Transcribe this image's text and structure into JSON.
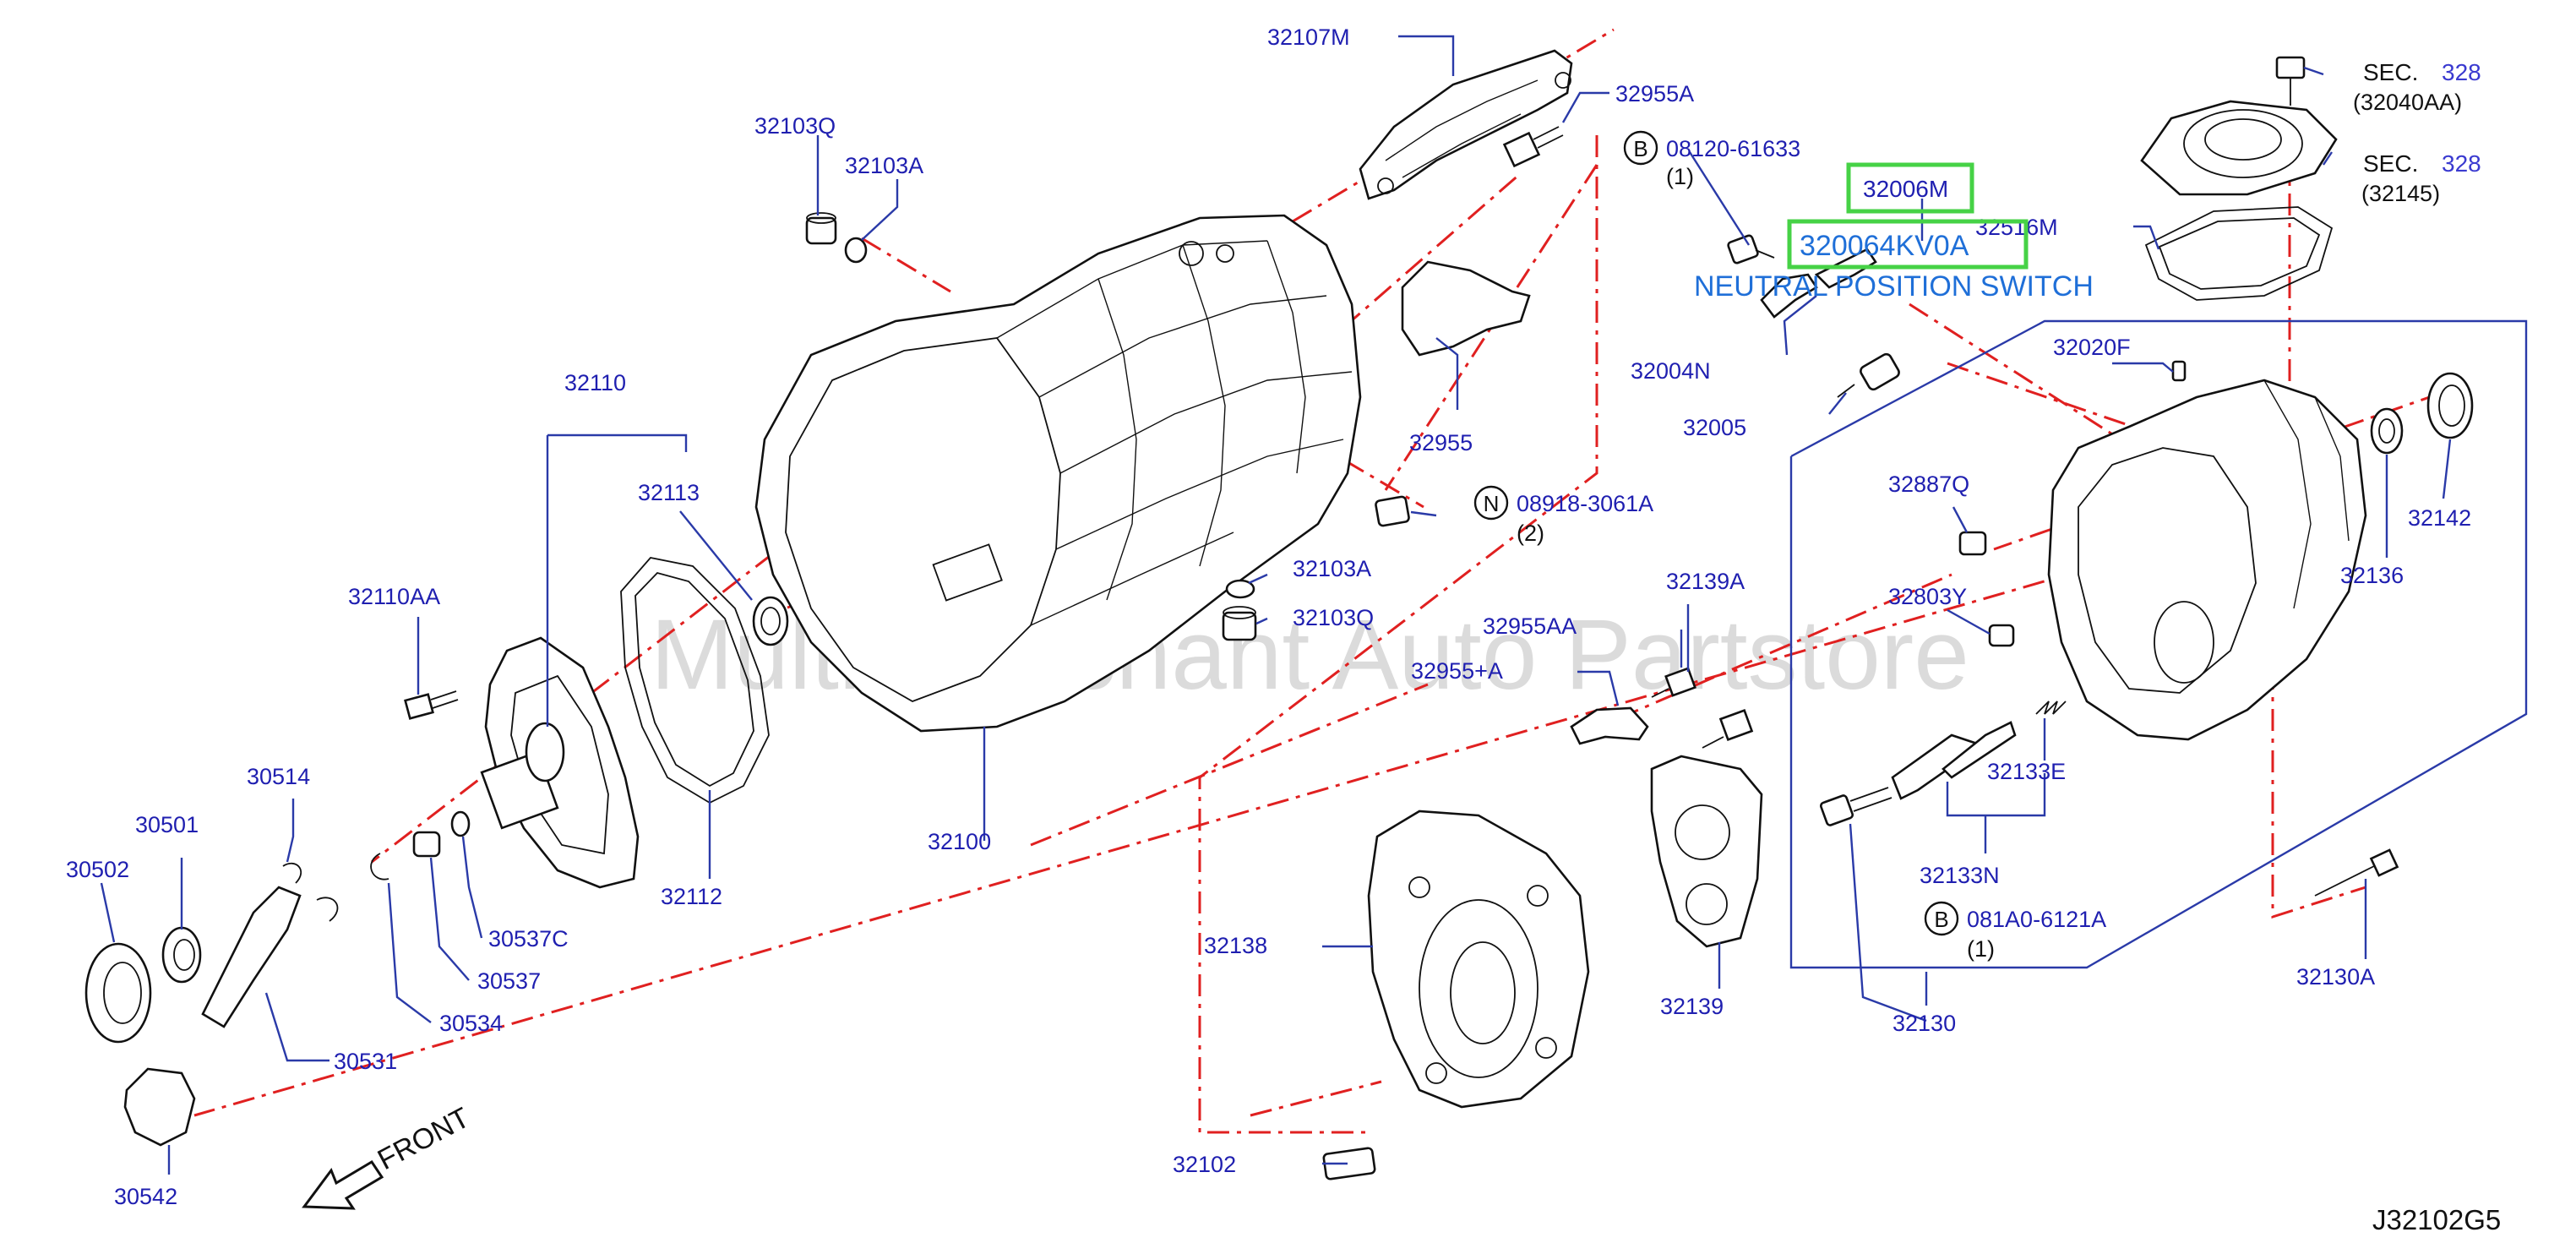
{
  "watermark": "Multi-Merchant Auto Partstore",
  "diagram_code": "J32102G5",
  "front_label": "FRONT",
  "highlight": {
    "part_top": "32006M",
    "part_main": "320064KV0A",
    "description": "NEUTRAL POSITION SWITCH"
  },
  "section_refs": [
    {
      "prefix": "SEC.",
      "number": "328",
      "sub": "(32040AA)"
    },
    {
      "prefix": "SEC.",
      "number": "328",
      "sub": "(32145)"
    }
  ],
  "fasteners": [
    {
      "symbol": "B",
      "part": "08120-61633",
      "qty": "(1)"
    },
    {
      "symbol": "N",
      "part": "08918-3061A",
      "qty": "(2)"
    },
    {
      "symbol": "B",
      "part": "081A0-6121A",
      "qty": "(1)"
    }
  ],
  "callouts": {
    "c32107M": "32107M",
    "c32955A": "32955A",
    "c32103Q_top": "32103Q",
    "c32103A_top": "32103A",
    "c32110": "32110",
    "c32113": "32113",
    "c32110AA": "32110AA",
    "c32955": "32955",
    "c32103A_mid": "32103A",
    "c32103Q_mid": "32103Q",
    "c32004N": "32004N",
    "c32005": "32005",
    "c32516M": "32516M",
    "c32020F": "32020F",
    "c32887Q": "32887Q",
    "c32803Y": "32803Y",
    "c32142": "32142",
    "c32136": "32136",
    "c32139A": "32139A",
    "c32955AA": "32955AA",
    "c32955pA": "32955+A",
    "c30514": "30514",
    "c30501": "30501",
    "c30502": "30502",
    "c32112": "32112",
    "c30537C": "30537C",
    "c30537": "30537",
    "c30534": "30534",
    "c30531": "30531",
    "c30542": "30542",
    "c32100": "32100",
    "c32138": "32138",
    "c32139": "32139",
    "c32133E": "32133E",
    "c32133N": "32133N",
    "c32130": "32130",
    "c32130A": "32130A",
    "c32102": "32102"
  }
}
